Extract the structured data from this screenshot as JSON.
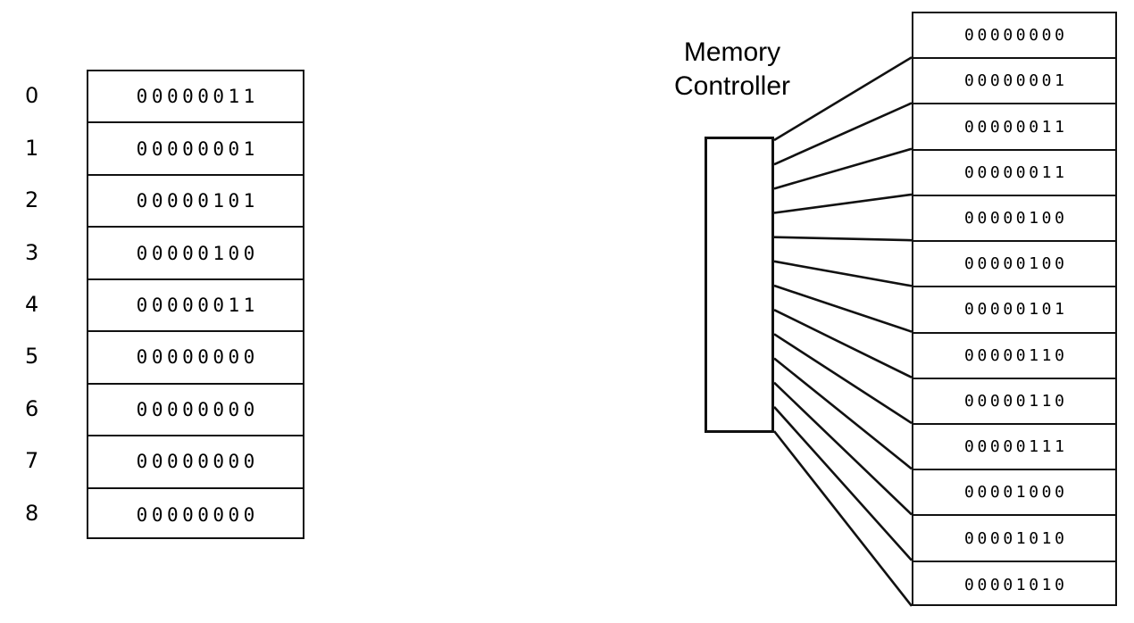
{
  "diagram": {
    "title": "Memory Controller mapping diagram",
    "background_color": "#ffffff",
    "line_color": "#111111"
  },
  "memory_controller": {
    "label_line1": "Memory",
    "label_line2": "Controller"
  },
  "left_table": {
    "name": "logical-memory-table",
    "rows": [
      {
        "index": "0",
        "bits": "00000011"
      },
      {
        "index": "1",
        "bits": "00000001"
      },
      {
        "index": "2",
        "bits": "00000101"
      },
      {
        "index": "3",
        "bits": "00000100"
      },
      {
        "index": "4",
        "bits": "00000011"
      },
      {
        "index": "5",
        "bits": "00000000"
      },
      {
        "index": "6",
        "bits": "00000000"
      },
      {
        "index": "7",
        "bits": "00000000"
      },
      {
        "index": "8",
        "bits": "00000000"
      }
    ]
  },
  "right_table": {
    "name": "physical-memory-table",
    "rows": [
      {
        "bits": "00000000"
      },
      {
        "bits": "00000001"
      },
      {
        "bits": "00000011"
      },
      {
        "bits": "00000011"
      },
      {
        "bits": "00000100"
      },
      {
        "bits": "00000100"
      },
      {
        "bits": "00000101"
      },
      {
        "bits": "00000110"
      },
      {
        "bits": "00000110"
      },
      {
        "bits": "00000111"
      },
      {
        "bits": "00001000"
      },
      {
        "bits": "00001010"
      },
      {
        "bits": "00001010"
      }
    ]
  },
  "connectors": {
    "count": 13,
    "description": "Fan of straight lines from memory controller right edge to each physical memory row"
  }
}
